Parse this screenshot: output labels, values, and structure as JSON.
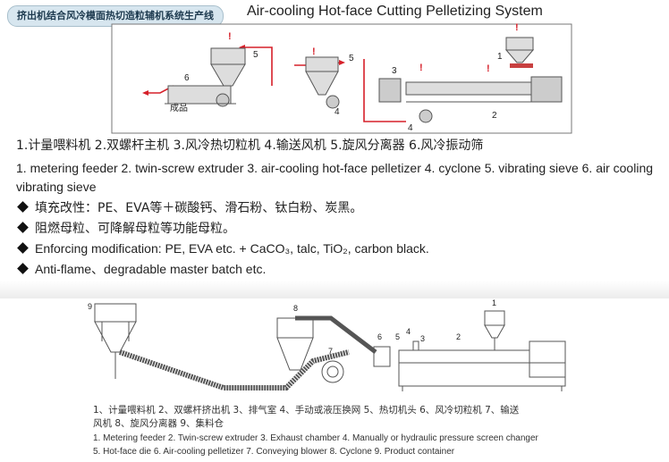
{
  "header": {
    "tag_label": "挤出机结合风冷模面热切造粒辅机系统生产线",
    "title": "Air-cooling Hot-face Cutting Pelletizing System"
  },
  "diagram1": {
    "numbers": [
      "1",
      "2",
      "3",
      "4",
      "5",
      "6",
      "4",
      "5"
    ],
    "product_label": "成品"
  },
  "legend": {
    "cn": "1.计量喂料机 2.双螺杆主机 3.风冷热切粒机 4.输送风机 5.旋风分离器 6.风冷振动筛",
    "en": "1. metering feeder  2. twin-screw extruder  3. air-cooling hot-face pelletizer  4. cyclone  5. vibrating sieve  6. air cooling vibrating sieve"
  },
  "bullets": [
    "填充改性：PE、EVA等＋碳酸钙、滑石粉、钛白粉、炭黑。",
    "阻燃母粒、可降解母粒等功能母粒。",
    "Enforcing modification: PE, EVA etc. + CaCO₃, talc, TiO₂, carbon black.",
    "Anti-flame、degradable master batch etc."
  ],
  "diagram2": {
    "numbers": [
      "1",
      "2",
      "3",
      "4",
      "5",
      "6",
      "7",
      "8",
      "9"
    ]
  },
  "lower_legend": {
    "cn_line1": "1、计量喂料机   2、双螺杆挤出机   3、排气室   4、手动或液压换网   5、热切机头   6、风冷切粒机   7、输送",
    "cn_line2": "风机   8、旋风分离器   9、集料仓",
    "en_line1": "1. Metering feeder  2. Twin-screw extruder  3. Exhaust chamber  4. Manually or hydraulic pressure screen changer",
    "en_line2": "5. Hot-face die  6. Air-cooling pelletizer  7. Conveying blower  8. Cyclone  9. Product container"
  },
  "colors": {
    "accent_red": "#d6202a",
    "tag_bg": "#d7e6ef",
    "line": "#555555"
  }
}
